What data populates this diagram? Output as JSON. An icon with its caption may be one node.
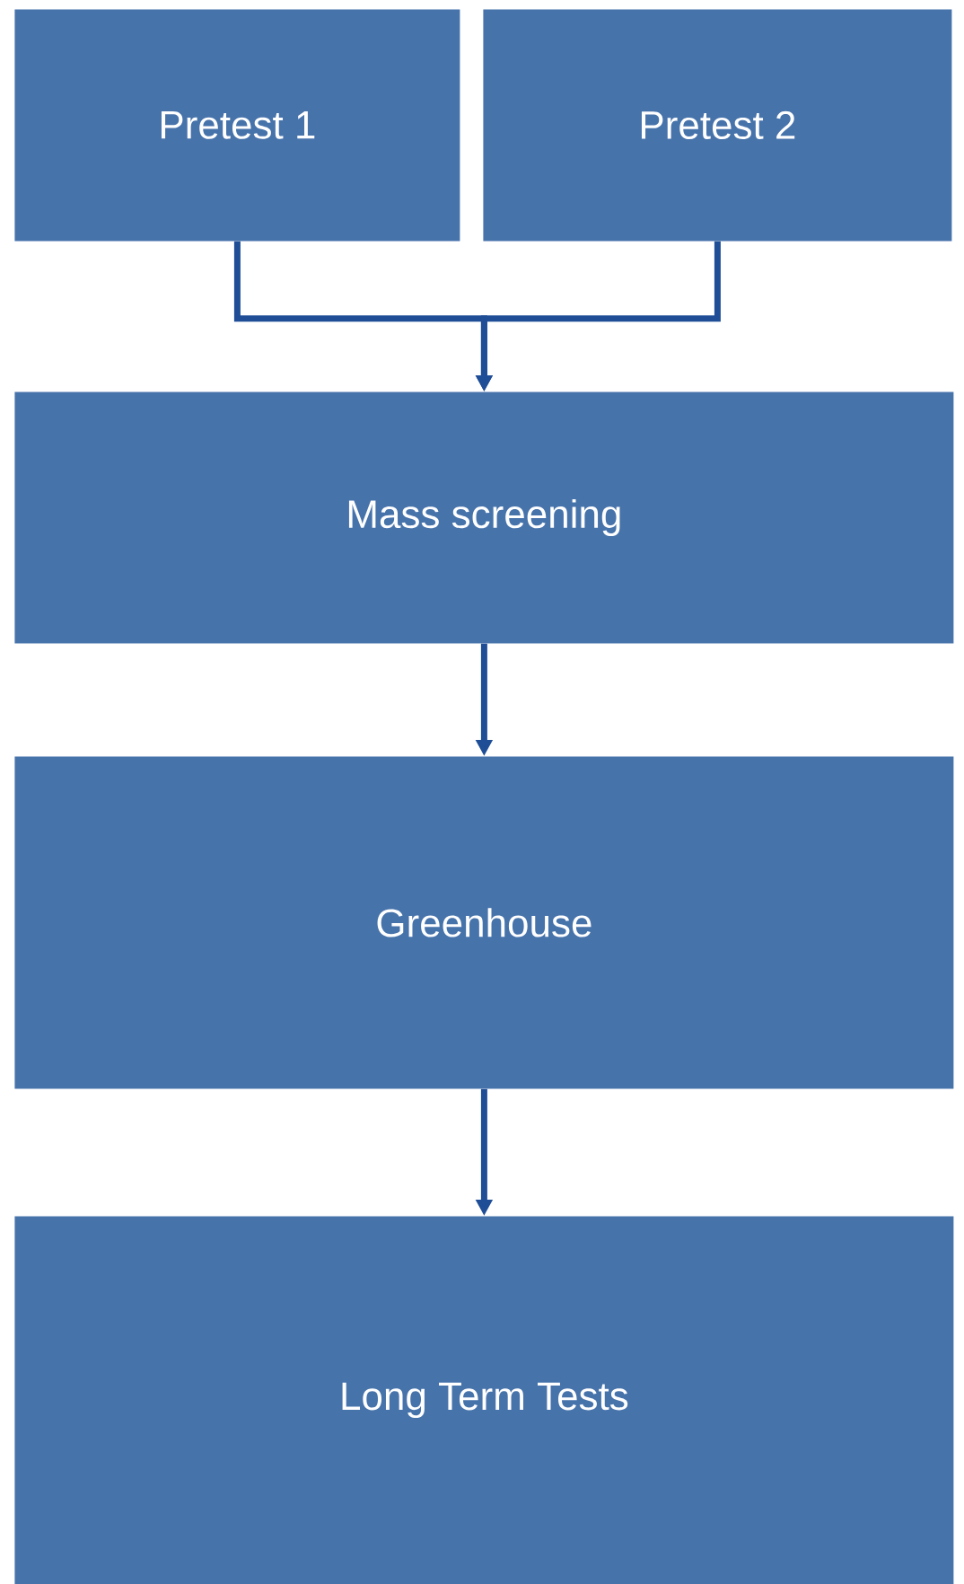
{
  "diagram": {
    "nodes": [
      {
        "text": [
          "Pretest 1"
        ]
      },
      {
        "text": [
          "Pretest 2"
        ]
      },
      {
        "text": [
          "Mass screening"
        ]
      },
      {
        "text": [
          "Greenhouse"
        ]
      },
      {
        "text": [
          "Long Term Tests"
        ]
      }
    ],
    "edges": [
      {
        "from": 0,
        "to": 2,
        "arrow": "to"
      },
      {
        "from": 1,
        "to": 2,
        "arrow": "to"
      },
      {
        "from": 2,
        "to": 3,
        "arrow": "to"
      },
      {
        "from": 3,
        "to": 4,
        "arrow": "to"
      }
    ]
  }
}
